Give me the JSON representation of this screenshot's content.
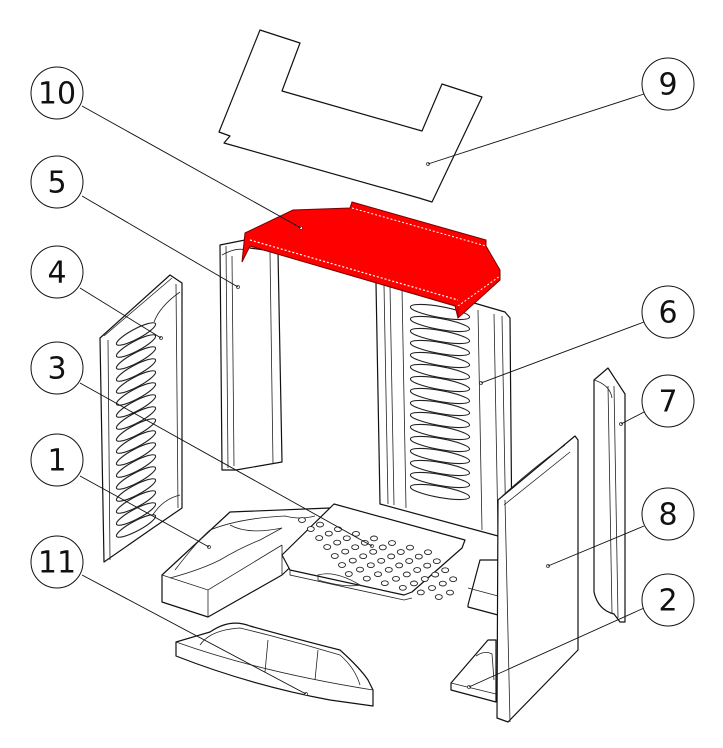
{
  "diagram": {
    "type": "exploded-parts-view",
    "highlight_color": "#ff0000",
    "line_color": "#111111",
    "background": "#ffffff",
    "highlighted_part": "10",
    "callouts": [
      {
        "id": "10",
        "label": "10"
      },
      {
        "id": "9",
        "label": "9"
      },
      {
        "id": "5",
        "label": "5"
      },
      {
        "id": "4",
        "label": "4"
      },
      {
        "id": "3",
        "label": "3"
      },
      {
        "id": "1",
        "label": "1"
      },
      {
        "id": "11",
        "label": "11"
      },
      {
        "id": "6",
        "label": "6"
      },
      {
        "id": "7",
        "label": "7"
      },
      {
        "id": "8",
        "label": "8"
      },
      {
        "id": "2",
        "label": "2"
      }
    ]
  }
}
